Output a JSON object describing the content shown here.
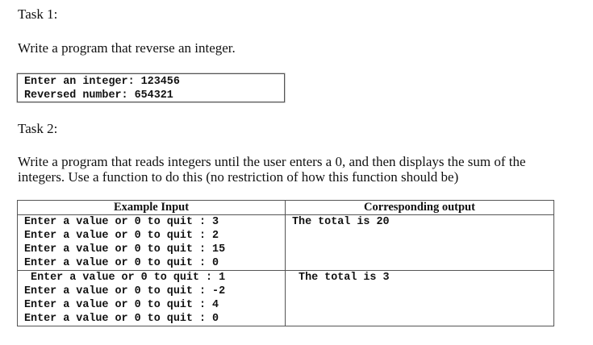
{
  "task1": {
    "title": "Task 1:",
    "description": "Write a program that reverse an integer.",
    "sample_output": [
      "Enter an integer: 123456",
      "Reversed number: 654321"
    ]
  },
  "task2": {
    "title": "Task 2:",
    "description_lines": [
      "Write a program that reads integers until the user enters a 0, and then displays the sum of the",
      "integers. Use a function to do this (no restriction of how this function should be)"
    ],
    "table": {
      "headers": [
        "Example Input",
        "Corresponding output"
      ],
      "rows": [
        {
          "input": [
            "Enter a value or 0 to quit : 3",
            "Enter a value or 0 to quit : 2",
            "Enter a value or 0 to quit : 15",
            "Enter a value or 0 to quit : 0"
          ],
          "output": "The total is 20"
        },
        {
          "input": [
            " Enter a value or 0 to quit : 1",
            "Enter a value or 0 to quit : -2",
            "Enter a value or 0 to quit : 4",
            "Enter a value or 0 to quit : 0"
          ],
          "output": " The total is 3"
        }
      ]
    }
  }
}
